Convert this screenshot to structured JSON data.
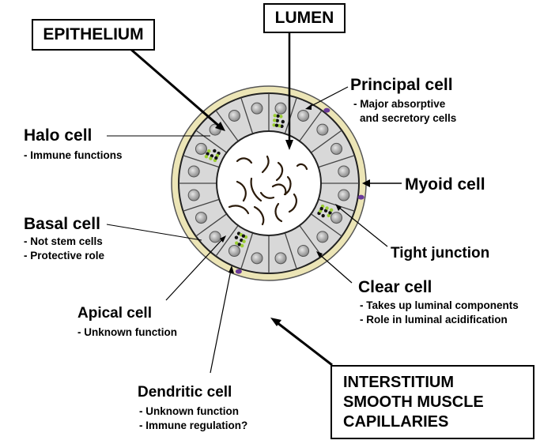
{
  "boxes": {
    "epithelium": "EPITHELIUM",
    "lumen": "LUMEN",
    "interstitium": [
      "INTERSTITIUM",
      "SMOOTH MUSCLE",
      "CAPILLARIES"
    ]
  },
  "labels": {
    "principal": {
      "title": "Principal cell",
      "notes": [
        "- Major absorptive",
        "and secretory cells"
      ]
    },
    "halo": {
      "title": "Halo cell",
      "notes": [
        "- Immune functions"
      ]
    },
    "myoid": {
      "title": "Myoid cell",
      "notes": []
    },
    "basal": {
      "title": "Basal cell",
      "notes": [
        "- Not stem cells",
        "- Protective role"
      ]
    },
    "tight": {
      "title": "Tight junction",
      "notes": []
    },
    "clear": {
      "title": "Clear cell",
      "notes": [
        "- Takes up luminal components",
        "- Role in luminal acidification"
      ]
    },
    "apical": {
      "title": "Apical cell",
      "notes": [
        "- Unknown function"
      ]
    },
    "dendritic": {
      "title": "Dendritic cell",
      "notes": [
        "- Unknown function",
        "- Immune regulation?"
      ]
    }
  },
  "colors": {
    "outer_ring": "#e9e2b0",
    "cell_fill": "#d6d6d6",
    "lumen_fill": "#ffffff",
    "nucleus": "#a8a8a8",
    "clear_cell_dots": "#9acd32",
    "purple_accent": "#6a3a9a"
  }
}
